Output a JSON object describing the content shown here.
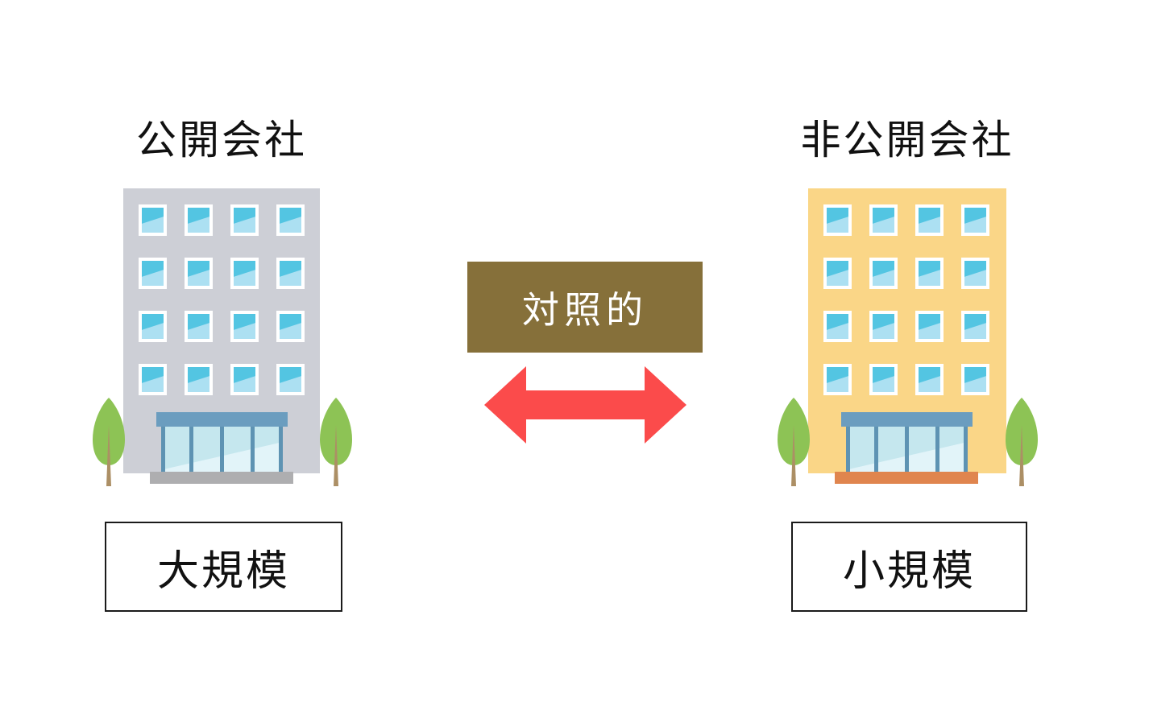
{
  "left": {
    "title": "公開会社",
    "label": "大規模",
    "building": {
      "body_color": "#CDCFD6",
      "base_color": "#AEAEB0",
      "windows": {
        "rows": 4,
        "cols": 4
      }
    }
  },
  "right": {
    "title": "非公開会社",
    "label": "小規模",
    "building": {
      "body_color": "#FAD687",
      "base_color": "#E0854E",
      "windows": {
        "rows": 4,
        "cols": 4
      }
    }
  },
  "center": {
    "box_label": "対照的",
    "box_color": "#86703A",
    "box_text_color": "#FFFFFF",
    "arrow_color": "#FB4B4B",
    "arrow_type": "double-headed-horizontal"
  },
  "icons": {
    "tree": "tree-icon",
    "arrow": "double-arrow-icon"
  },
  "palette": {
    "title_text": "#111111",
    "label_border": "#1A1A1A",
    "window_glass": "#53C5E2",
    "window_glass_light": "#ACE0F2",
    "window_frame": "#FFFFFF",
    "awning": "#6B9DBF",
    "door_glass": "#C5E7EE",
    "door_glass_light": "#E2F4F9",
    "door_mullion": "#5E93B3",
    "tree_foliage": "#8DC355",
    "tree_trunk": "#AC8F65"
  }
}
